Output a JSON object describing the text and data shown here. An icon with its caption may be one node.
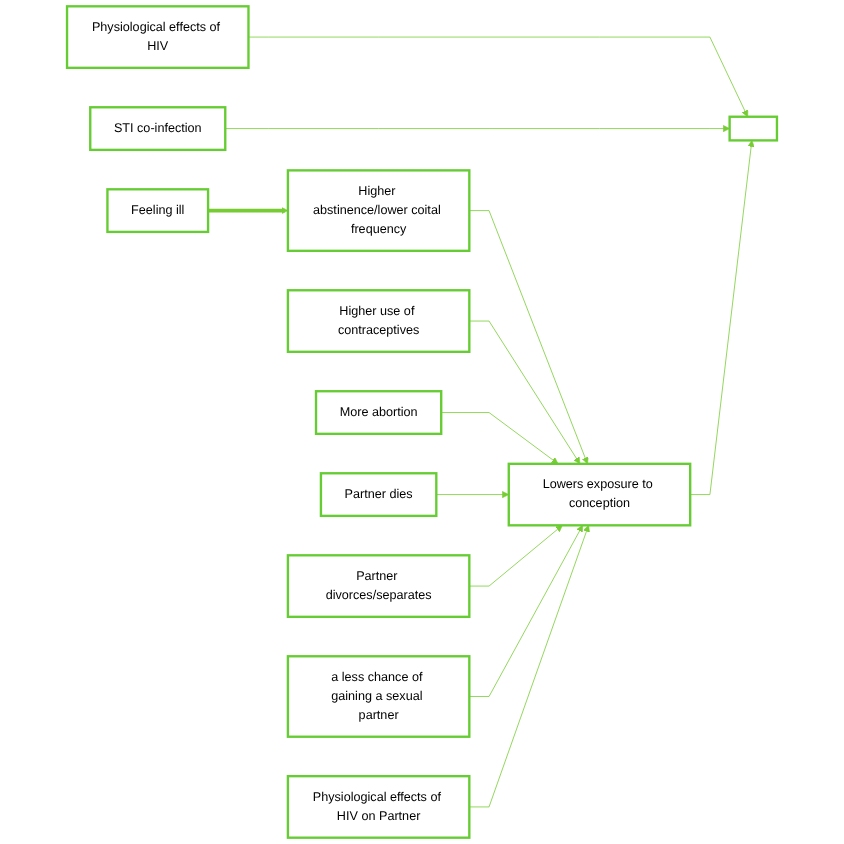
{
  "diagram": {
    "nodes": [
      {
        "text": [
          "Physiological effects of HIV"
        ]
      },
      {
        "text": [
          "STI co-infection"
        ]
      },
      {
        "text": [
          "Feeling ill"
        ]
      },
      {
        "text": [
          "Higher abstinence/lower coital frequency"
        ]
      },
      {
        "text": [
          "Higher use of contraceptives"
        ]
      },
      {
        "text": [
          "More abortion"
        ]
      },
      {
        "text": [
          "Lowers exposure to conception"
        ]
      },
      {
        "text": [],
        "shape": "box"
      },
      {
        "text": [
          "Partner dies"
        ]
      },
      {
        "text": [
          "Partner divorces/separates"
        ]
      },
      {
        "text": [
          "a less chance of gaining a sexual partner"
        ]
      },
      {
        "text": [
          "Physiological effects of HIV on Partner"
        ]
      }
    ],
    "edges": [
      {
        "from": 0,
        "to": 7,
        "arrow": "to"
      },
      {
        "from": 1,
        "to": 7,
        "arrow": "to"
      },
      {
        "from": 2,
        "to": 3,
        "arrow": "to",
        "style": "thick"
      },
      {
        "from": 3,
        "to": 6,
        "arrow": "to"
      },
      {
        "from": 4,
        "to": 6,
        "arrow": "to"
      },
      {
        "from": 5,
        "to": 6,
        "arrow": "to"
      },
      {
        "from": 6,
        "to": 7,
        "arrow": "to"
      },
      {
        "from": 8,
        "to": 6,
        "arrow": "to"
      },
      {
        "from": 9,
        "to": 6,
        "arrow": "to"
      },
      {
        "from": 10,
        "to": 6,
        "arrow": "to"
      },
      {
        "from": 11,
        "to": 6,
        "arrow": "to"
      }
    ]
  }
}
